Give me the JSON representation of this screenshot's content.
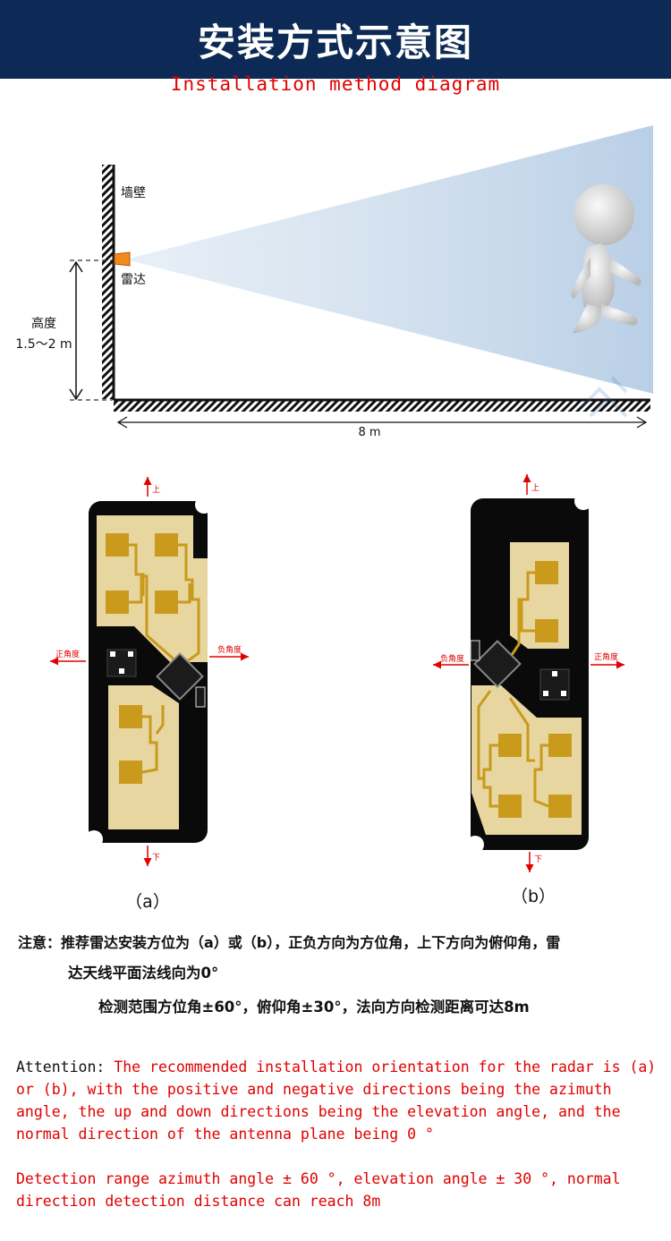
{
  "header": {
    "title": "安装方式示意图"
  },
  "subtitle": "Installation method diagram",
  "scene": {
    "wall_label": "墙壁",
    "radar_label": "雷达",
    "height_label": "高度",
    "height_value": "1.5～2 m",
    "distance_label": "8 m"
  },
  "boards": {
    "up_label": "上",
    "down_label": "下",
    "pos_angle_label": "正角度",
    "neg_angle_label": "负角度",
    "caption_a": "（a）",
    "caption_b": "（b）"
  },
  "note_cn": {
    "line1": "注意：推荐雷达安装方位为（a）或（b），正负方向为方位角，上下方向为俯仰角，雷",
    "line2": "达天线平面法线向为0°",
    "line3": "检测范围方位角±60°，俯仰角±30°，法向方向检测距离可达8m"
  },
  "note_en": {
    "lead": "Attention:",
    "para1": " The recommended installation orientation for the radar is (a) or (b), with the positive and negative directions being the azimuth angle, the up and down directions being the elevation angle, and the normal direction of the antenna plane being 0 °",
    "para2": "Detection range azimuth angle ± 60 °, elevation angle ± 30 °, normal direction detection distance can reach 8m"
  },
  "colors": {
    "header_bg": "#0c2a55",
    "accent_red": "#e10000",
    "pcb_black": "#0a0a0a",
    "antenna_pad": "#e8d6a0",
    "patch_gold": "#c99a1c",
    "beam_blue": "#c5d7ea"
  }
}
